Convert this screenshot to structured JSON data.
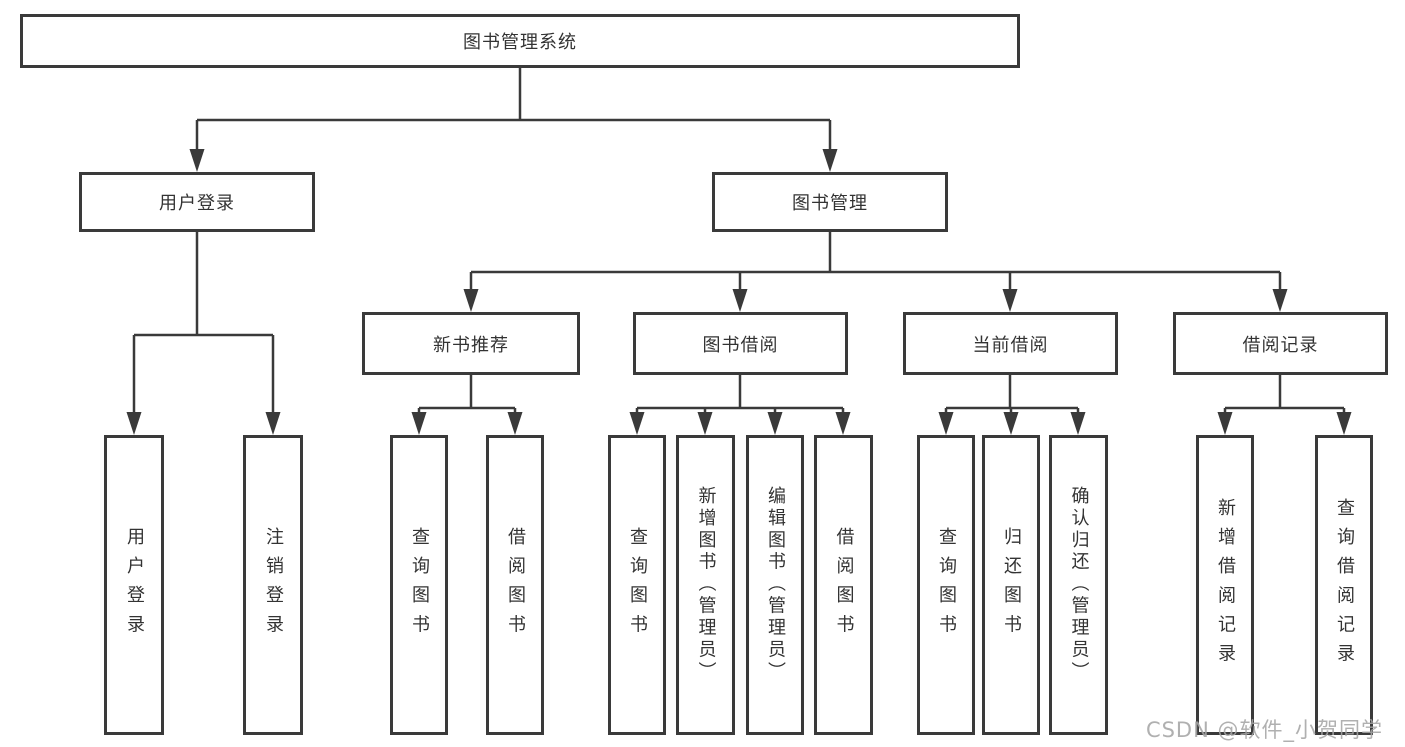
{
  "diagram": {
    "root": {
      "label": "图书管理系统"
    },
    "branches": [
      {
        "label": "用户登录",
        "leaves": [
          "用户登录",
          "注销登录"
        ]
      },
      {
        "label": "图书管理",
        "groups": [
          {
            "label": "新书推荐",
            "leaves": [
              "查询图书",
              "借阅图书"
            ]
          },
          {
            "label": "图书借阅",
            "leaves": [
              "查询图书",
              "新增图书（管理员）",
              "编辑图书（管理员）",
              "借阅图书"
            ]
          },
          {
            "label": "当前借阅",
            "leaves": [
              "查询图书",
              "归还图书",
              "确认归还（管理员）"
            ]
          },
          {
            "label": "借阅记录",
            "leaves": [
              "新增借阅记录",
              "查询借阅记录"
            ]
          }
        ]
      }
    ]
  },
  "watermark": {
    "text": "CSDN @软件_小贺同学"
  },
  "colors": {
    "line": "#3a3a3a",
    "box_border": "#3a3a3a",
    "text": "#333333",
    "background": "#ffffff",
    "watermark": "#a5a5a5"
  }
}
